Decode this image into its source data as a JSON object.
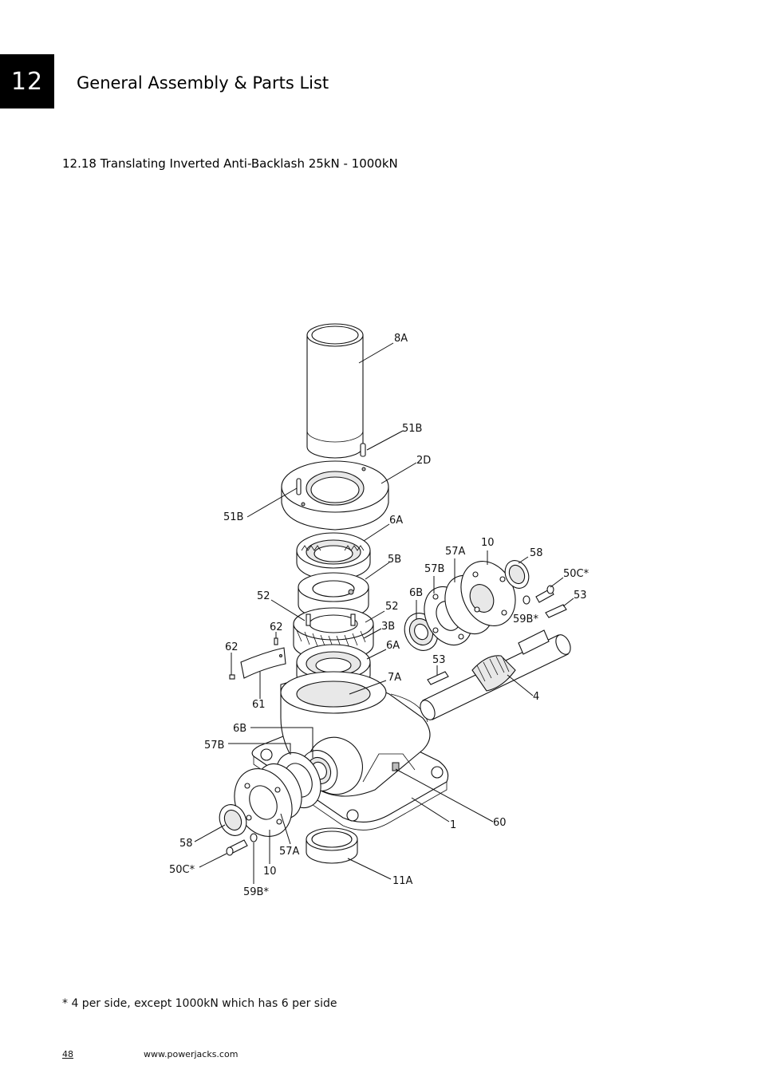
{
  "header": {
    "chapter_number": "12",
    "title": "General Assembly & Parts List"
  },
  "section": {
    "title": "12.18  Translating Inverted Anti-Backlash 25kN - 1000kN"
  },
  "diagram": {
    "labels": {
      "p8A": "8A",
      "p51B_top": "51B",
      "p2D": "2D",
      "p51B_left": "51B",
      "p6A_top": "6A",
      "p5B": "5B",
      "p57A_right": "57A",
      "p10_right": "10",
      "p58_right": "58",
      "p50C_right": "50C*",
      "p57B_right": "57B",
      "p6B_right": "6B",
      "p52_left": "52",
      "p52_right": "52",
      "p53_right": "53",
      "p59B_right": "59B*",
      "p62_upper": "62",
      "p3B": "3B",
      "p62_left": "62",
      "p6A_lower": "6A",
      "p53_lower": "53",
      "p7A": "7A",
      "p4": "4",
      "p61": "61",
      "p6B_left": "6B",
      "p57B_left": "57B",
      "p1": "1",
      "p60": "60",
      "p58_left": "58",
      "p57A_left": "57A",
      "p50C_left": "50C*",
      "p10_left": "10",
      "p11A": "11A",
      "p59B_left": "59B*"
    }
  },
  "footer": {
    "footnote": "* 4 per side, except 1000kN which has 6 per side",
    "page_number": "48",
    "website": "www.powerjacks.com"
  }
}
